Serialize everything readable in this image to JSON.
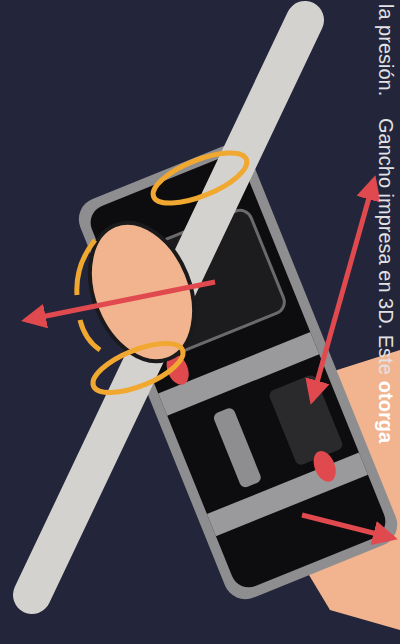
{
  "diagram": {
    "labels": [
      "la presión.",
      "Gancho impresa en 3D. Este",
      "otorga"
    ]
  }
}
